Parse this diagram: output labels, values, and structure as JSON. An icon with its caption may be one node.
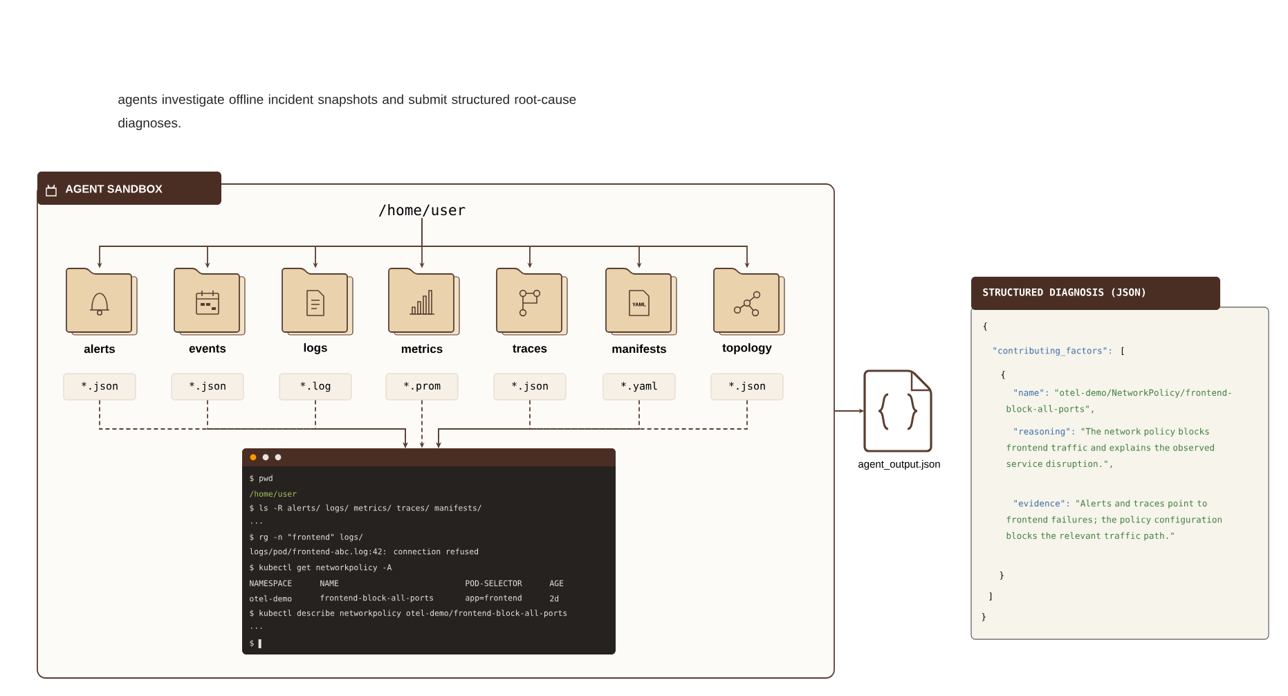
{
  "diagram": {
    "nodes": [
      {
        "text": [
          "AGENT SANDBOX"
        ]
      },
      {
        "text": [
          "/home/user"
        ],
        "in": 0
      },
      {
        "text": [
          "alerts"
        ],
        "in": 0
      },
      {
        "text": [
          "events"
        ],
        "in": 0
      },
      {
        "text": [
          "logs"
        ],
        "in": 0
      },
      {
        "text": [
          "metrics"
        ],
        "in": 0
      },
      {
        "text": [
          "traces"
        ],
        "in": 0
      },
      {
        "text": [
          "manifests"
        ],
        "in": 0
      },
      {
        "text": [
          "topology"
        ],
        "in": 0
      },
      {
        "text": [
          "*.json"
        ],
        "in": 0
      },
      {
        "text": [
          "*.json"
        ],
        "in": 0
      },
      {
        "text": [
          "*.log"
        ],
        "in": 0
      },
      {
        "text": [
          "*.prom"
        ],
        "in": 0
      },
      {
        "text": [
          "*.json"
        ],
        "in": 0
      },
      {
        "text": [
          "*.yaml"
        ],
        "in": 0
      },
      {
        "text": [
          "*.json"
        ],
        "in": 0
      },
      {
        "text": [
          "$ pwd",
          "/home/user",
          "$ ls -R alerts/ logs/ metrics/ traces/ manifests/",
          "...",
          "$ rg -n \"frontend\" logs/",
          "logs/pod/frontend-abc.log:42: connection refused",
          "$ kubectl get networkpolicy -A",
          "NAMESPACE",
          "NAME",
          "POD-SELECTOR",
          "AGE",
          "otel-demo",
          "frontend-block-all-ports",
          "app=frontend",
          "2d",
          "$ kubectl describe networkpolicy otel-demo/frontend-block-all-ports",
          "...",
          "$"
        ],
        "in": 0
      },
      {
        "text": [],
        "shape": "document",
        "beside": [
          "agent_output.json"
        ]
      },
      {
        "text": [
          "STRUCTURED DIAGNOSIS (JSON)",
          "{",
          "\"contributing_factors\":",
          "[",
          "{",
          "\"name\":",
          "\"otel-demo/NetworkPolicy/frontend-block-all-ports\",",
          "\"reasoning\":",
          "\"The network policy blocks frontend traffic and explains the observed service disruption.\",",
          "\"evidence\":",
          "\"Alerts and traces point to frontend failures; the policy configuration blocks the relevant traffic path.\"",
          "}",
          "]",
          "}"
        ]
      }
    ],
    "edges": [
      {
        "from": 1,
        "to": 2,
        "arrow": "to"
      },
      {
        "from": 1,
        "to": 3,
        "arrow": "to"
      },
      {
        "from": 1,
        "to": 4,
        "arrow": "to"
      },
      {
        "from": 1,
        "to": 5,
        "arrow": "to"
      },
      {
        "from": 1,
        "to": 6,
        "arrow": "to"
      },
      {
        "from": 1,
        "to": 7,
        "arrow": "to"
      },
      {
        "from": 1,
        "to": 8,
        "arrow": "to"
      },
      {
        "from": 9,
        "to": 16,
        "arrow": "to",
        "style": "dashed"
      },
      {
        "from": 10,
        "to": 16,
        "arrow": "to",
        "style": "dashed"
      },
      {
        "from": 11,
        "to": 16,
        "arrow": "to",
        "style": "dashed"
      },
      {
        "from": 12,
        "to": 16,
        "arrow": "to",
        "style": "dashed"
      },
      {
        "from": 13,
        "to": 16,
        "arrow": "to",
        "style": "dashed"
      },
      {
        "from": 14,
        "to": 16,
        "arrow": "to",
        "style": "dashed"
      },
      {
        "from": 15,
        "to": 16,
        "arrow": "to",
        "style": "dashed"
      },
      {
        "from": 0,
        "to": 17,
        "arrow": "to"
      }
    ],
    "labels": [
      "agents investigate offline incident snapshots and submit structured root-cause diagnoses.",
      "YAML"
    ]
  }
}
